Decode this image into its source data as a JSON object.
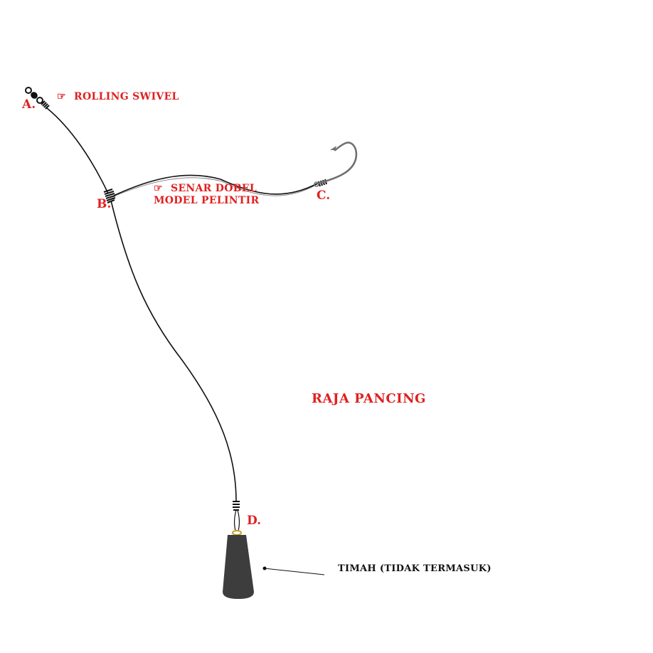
{
  "labels": {
    "a": "A.",
    "b": "B.",
    "c": "C.",
    "d": "D."
  },
  "notes": {
    "pointer_icon": "☞",
    "swivel": "ROLLING SWIVEL",
    "double_line_1": "SENAR DOBEL",
    "double_line_2": "MODEL PELINTIR",
    "sinker": "TIMAH (TIDAK TERMASUK)"
  },
  "title": "RAJA PANCING",
  "colors": {
    "label_red": "#e02020",
    "line_black": "#111111",
    "hook_gray": "#707070",
    "sinker_dark": "#3d3d3d",
    "bead_gold": "#c9a227"
  },
  "icons": {
    "pointer": "pointing-hand-icon",
    "swivel": "rolling-swivel-icon",
    "hook": "fishing-hook-icon",
    "sinker": "sinker-weight-icon"
  }
}
